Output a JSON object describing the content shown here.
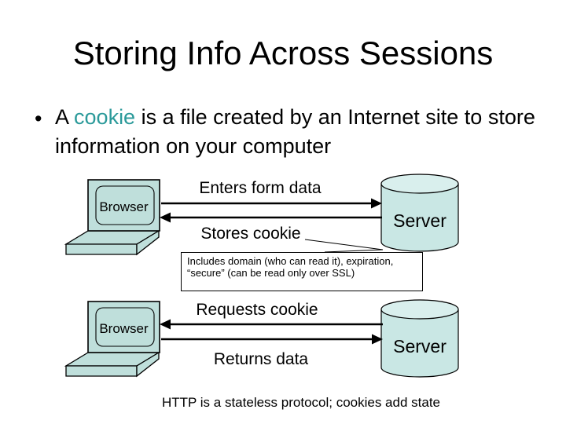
{
  "title": "Storing Info Across Sessions",
  "bullet": {
    "marker": "•",
    "pre": "A ",
    "highlight": "cookie",
    "post": " is a file created by an Internet site to store information on your computer"
  },
  "flow1": {
    "browser": "Browser",
    "server": "Server",
    "arrow_to_server_label": "Enters form data",
    "arrow_to_browser_label": "Stores cookie",
    "note_line1": "Includes domain (who can read it), expiration,",
    "note_line2": "“secure” (can be read only over SSL)"
  },
  "flow2": {
    "browser": "Browser",
    "server": "Server",
    "arrow_to_browser_label": "Requests cookie",
    "arrow_to_server_label": "Returns data"
  },
  "caption": "HTTP is a stateless protocol; cookies add state",
  "colors": {
    "accent": "#2b9a9a",
    "laptop_fill": "#bfdfdb",
    "cylinder_fill": "#c9e7e4",
    "cylinder_top_fill": "#d9efed",
    "line": "#000000"
  }
}
